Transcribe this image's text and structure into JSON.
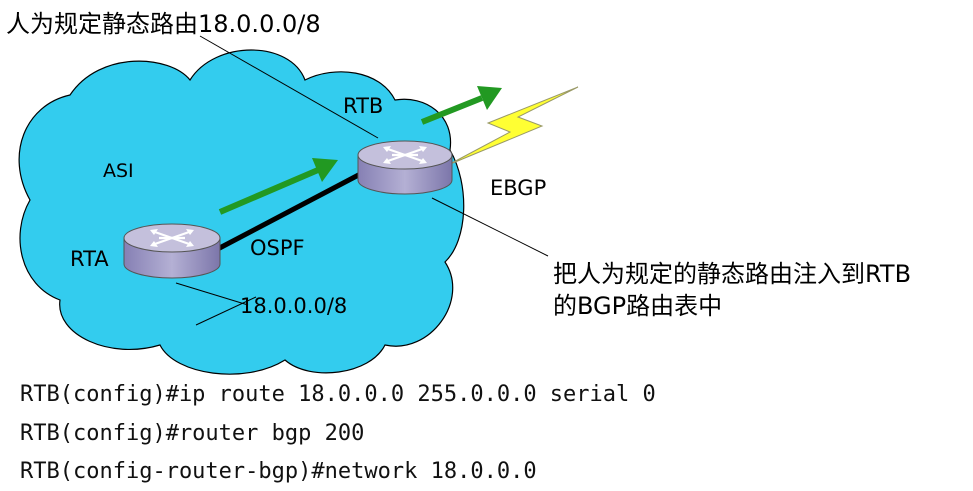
{
  "title": "人为规定静态路由18.0.0.0/8",
  "labels": {
    "rtb": "RTB",
    "rta": "RTA",
    "as": "ASI",
    "ebgp": "EBGP",
    "ospf": "OSPF",
    "network": "18.0.0.0/8"
  },
  "annotation": {
    "line1": "把人为规定的静态路由注入到RTB",
    "line2": "的BGP路由表中"
  },
  "commands": [
    "RTB(config)#ip route 18.0.0.0 255.0.0.0 serial 0",
    "RTB(config)#router bgp 200",
    "RTB(config-router-bgp)#network 18.0.0.0"
  ],
  "colors": {
    "cloud": "#33ccee",
    "arrow": "#229922",
    "lightning": "#ffff33",
    "router_top": "#c0bcd8",
    "router_side": "#8e88b8",
    "link": "#000000"
  }
}
